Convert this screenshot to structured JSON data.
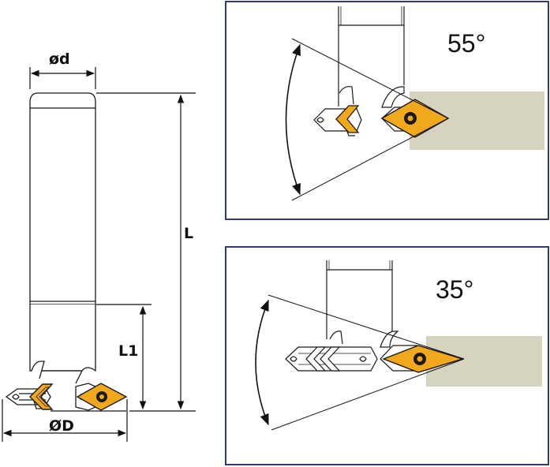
{
  "labels": {
    "shank_diameter": "ød",
    "overall_length": "L",
    "head_length": "L1",
    "cutting_diameter": "ØD",
    "angle_top": "55°",
    "angle_bottom": "35°"
  },
  "colors": {
    "insert": "#f2a81d",
    "workpiece": "#d6d3bf",
    "panel_border": "#2f3b72",
    "line": "#1a1a1a"
  }
}
